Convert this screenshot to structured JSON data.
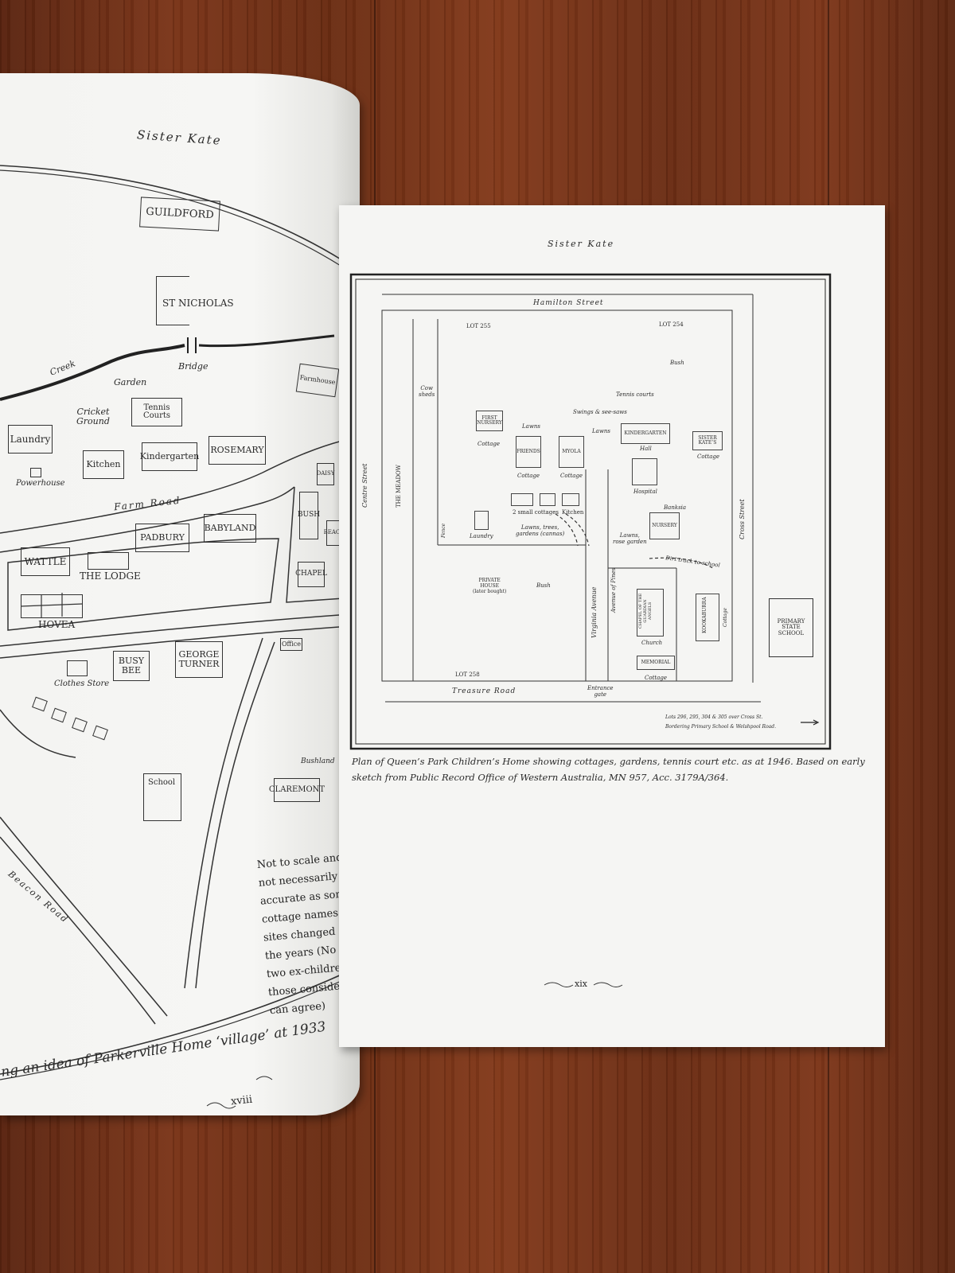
{
  "left_page": {
    "running_head": "Sister Kate",
    "map": {
      "places": {
        "guildford": "GUILDFORD",
        "st_nicholas": "ST NICHOLAS",
        "creek": "Creek",
        "bridge": "Bridge",
        "garden": "Garden",
        "cricket_ground": "Cricket\nGround",
        "tennis_courts": "Tennis\nCourts",
        "farmhouse": "Farmhouse",
        "laundry": "Laundry",
        "powerhouse": "Powerhouse",
        "kitchen": "Kitchen",
        "kindergarten": "Kindergarten",
        "rosemary": "ROSEMARY",
        "daisy": "DAISY",
        "bush": "BUSH",
        "beachside": "BEACH",
        "farm_road": "Farm Road",
        "wattle": "WATTLE",
        "the_lodge": "THE LODGE",
        "padbury": "PADBURY",
        "babyland": "BABYLAND",
        "chapel": "CHAPEL",
        "hovea": "HOVEA",
        "office": "Office",
        "busy_bee": "BUSY\nBEE",
        "george_turner": "GEORGE\nTURNER",
        "clothes_store": "Clothes Store",
        "bushland": "Bushland",
        "school": "School",
        "claremont": "CLAREMONT",
        "beacon_road": "Beacon Road"
      },
      "note_lines": [
        "Not to scale and not necessarily",
        "accurate as some cottage names",
        "sites changed over the years (No",
        "two ex-children of those conside",
        "can agree)"
      ]
    },
    "caption": "ng an idea of Parkerville Home ‘village’ at 1933",
    "folio": "xviii"
  },
  "right_page": {
    "running_head": "Sister Kate",
    "map": {
      "streets": {
        "hamilton_street": "Hamilton Street",
        "centre_street": "Centre Street",
        "cross_street": "Cross Street",
        "treasure_road": "Treasure Road",
        "virginia_avenue": "Virginia Avenue",
        "avenue_of_pines": "Avenue of Pines"
      },
      "places": {
        "lot_255": "LOT 255",
        "lot_254": "LOT 254",
        "lot_258": "LOT 258",
        "bush_top": "Bush",
        "tennis_courts": "Tennis courts",
        "swings": "Swings & see-saws",
        "cow_sheds": "Cow\nsheds",
        "the_meadow": "THE MEADOW",
        "first_nursery": "FIRST\nNURSERY",
        "cottage_1": "Cottage",
        "lawns_1": "Lawns",
        "lawns_2": "Lawns",
        "friends": "FRIENDS",
        "myola": "MYOLA",
        "cottage_2": "Cottage",
        "cottage_3": "Cottage",
        "kindergarten": "KINDERGARTEN",
        "hall": "Hall",
        "sister_kates": "SISTER\nKATE’S",
        "cottage_4": "Cottage",
        "hospital": "Hospital",
        "small_cottages": "2 small cottages",
        "kitchen": "Kitchen",
        "banksia": "Banksia",
        "nursery": "NURSERY",
        "fence": "Fence",
        "laundry": "Laundry",
        "lawns_trees": "Lawns, trees,\ngardens (cannas)",
        "lawns_rose": "Lawns,\nrose garden",
        "dirt_track": "Dirt track to school",
        "private_house": "PRIVATE\nHOUSE\n(later bought)",
        "bush_mid": "Bush",
        "chapel": "CHAPEL OF THE\nGUARDIAN\nANGELS",
        "church": "Church",
        "kookaburra": "KOOKABURRA",
        "cottage_5": "Cottage",
        "memorial": "MEMORIAL",
        "cottage_6": "Cottage",
        "entrance_gate": "Entrance\ngate",
        "primary_school": "PRIMARY\nSTATE\nSCHOOL"
      },
      "lots_note_1": "Lots 296, 295, 304 & 305 over Cross St.",
      "lots_note_2": "Bordering Primary School & Welshpool Road."
    },
    "caption_1": "Plan of Queen’s Park Children’s Home showing cottages, gardens, tennis court etc. as at 1946. Based on early",
    "caption_2": "sketch from Public Record Office of Western Australia, MN 957, Acc. 3179A/364.",
    "folio": "xix"
  }
}
